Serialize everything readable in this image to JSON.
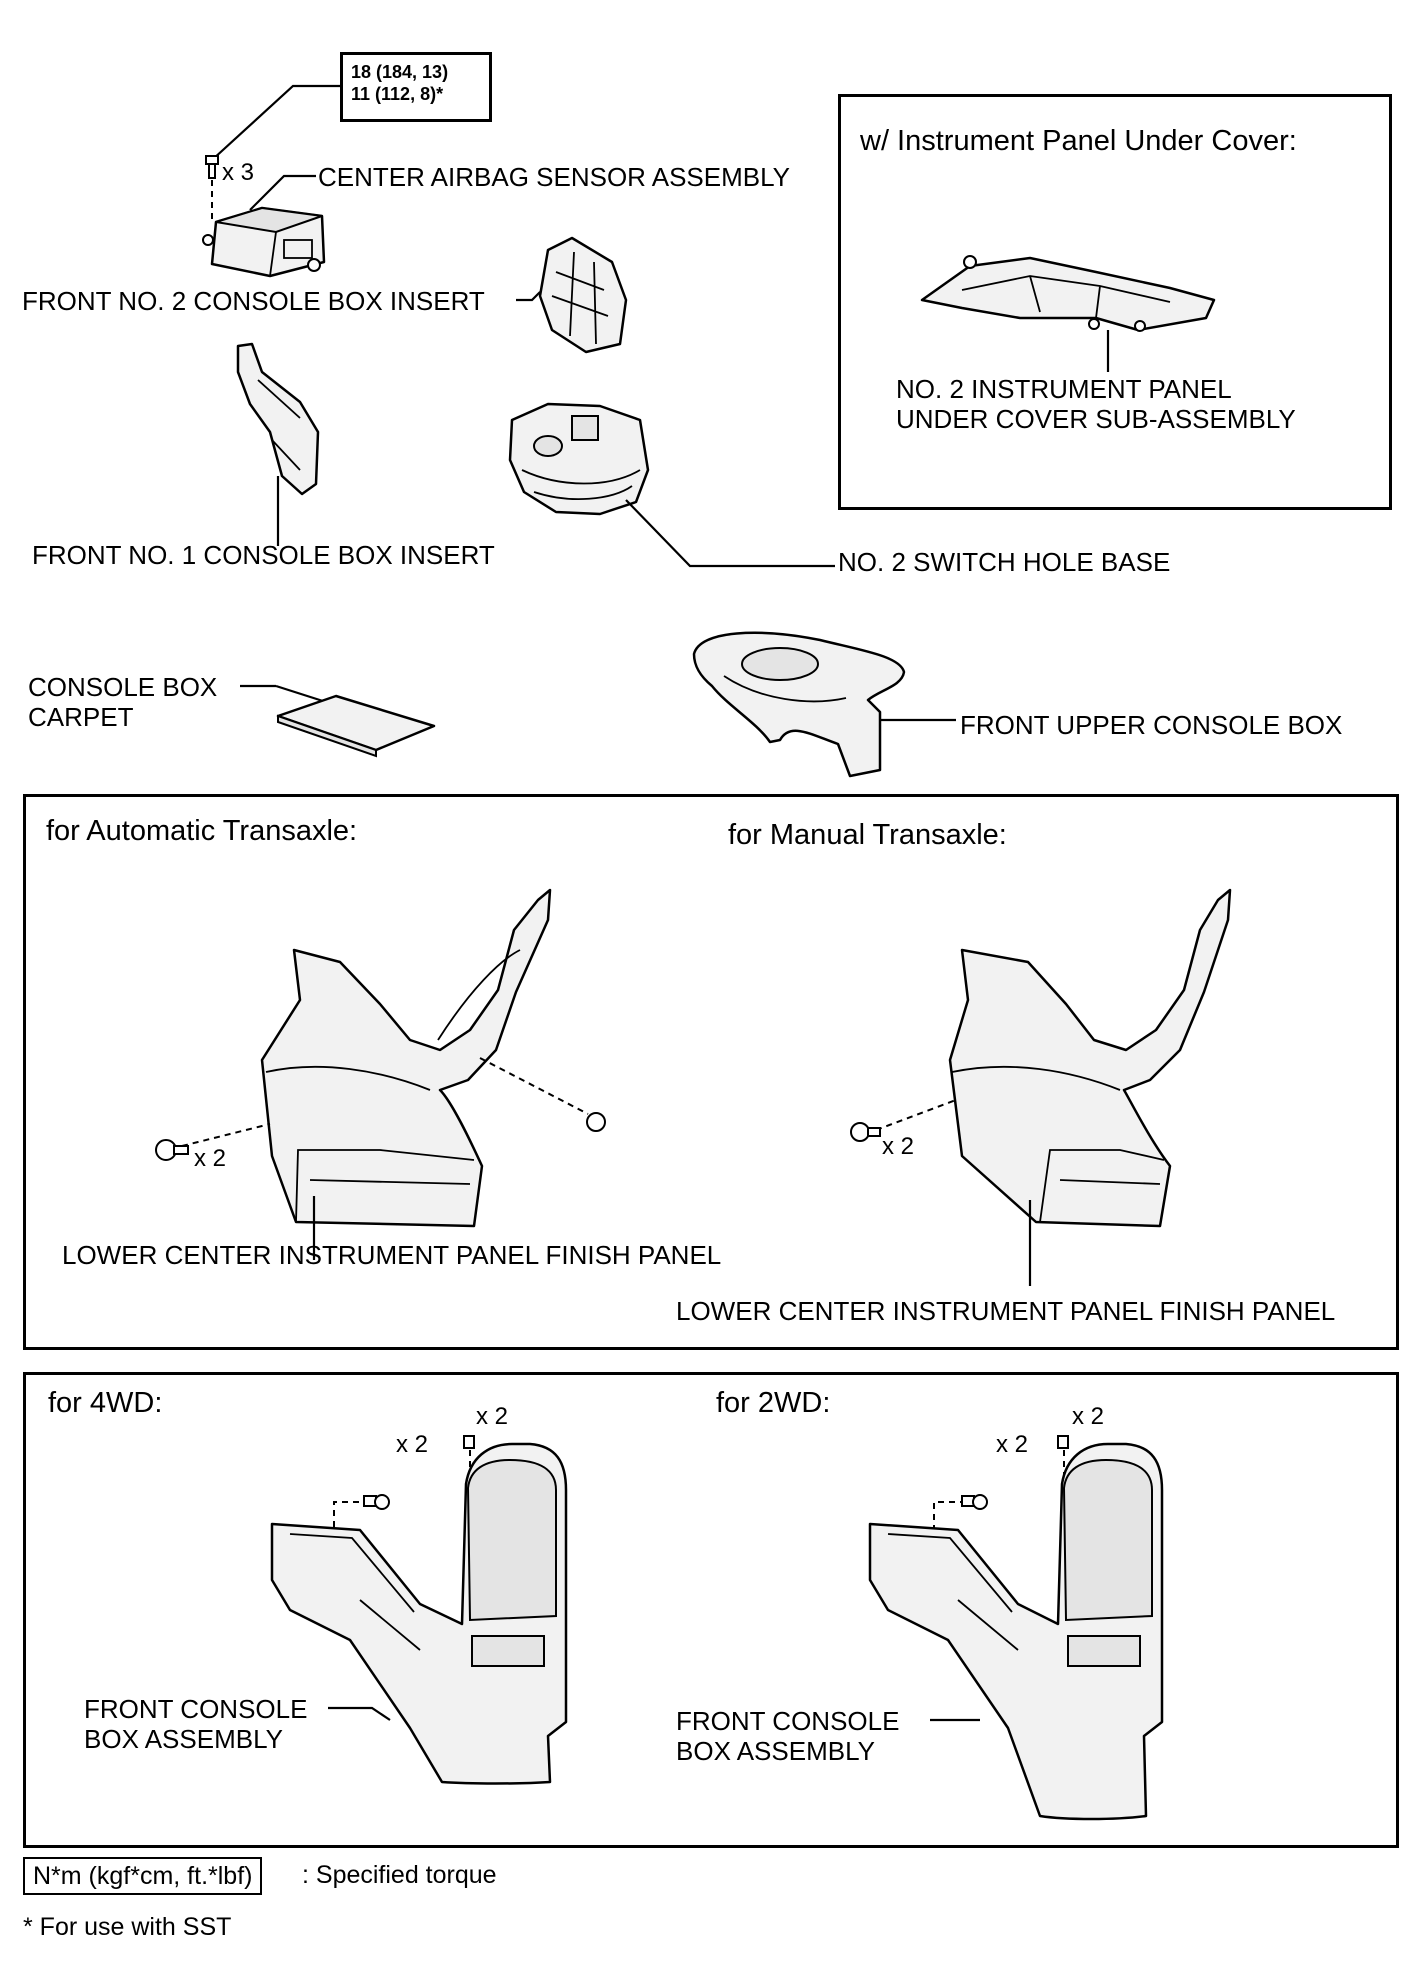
{
  "torque_spec": "18 (184, 13)\n11 (112, 8)*",
  "labels": {
    "x3": "x 3",
    "center_airbag_sensor": "CENTER AIRBAG SENSOR ASSEMBLY",
    "front_no2_insert": "FRONT NO. 2 CONSOLE BOX INSERT",
    "front_no1_insert": "FRONT NO. 1 CONSOLE BOX INSERT",
    "no2_switch_hole_base": "NO. 2 SWITCH HOLE BASE",
    "console_box_carpet": "CONSOLE BOX\nCARPET",
    "front_upper_console_box": "FRONT UPPER CONSOLE BOX"
  },
  "under_cover_panel": {
    "title": "w/ Instrument Panel Under Cover:",
    "part_label": "NO. 2 INSTRUMENT PANEL\nUNDER COVER SUB-ASSEMBLY"
  },
  "transaxle_panel": {
    "automatic_title": "for Automatic Transaxle:",
    "manual_title": "for Manual Transaxle:",
    "automatic_x2": "x 2",
    "manual_x2": "x 2",
    "automatic_part": "LOWER CENTER INSTRUMENT PANEL FINISH PANEL",
    "manual_part": "LOWER CENTER INSTRUMENT PANEL FINISH PANEL"
  },
  "drive_panel": {
    "fourwd_title": "for 4WD:",
    "twowd_title": "for 2WD:",
    "fourwd_x2_a": "x 2",
    "fourwd_x2_b": "x 2",
    "twowd_x2_a": "x 2",
    "twowd_x2_b": "x 2",
    "fourwd_part": "FRONT CONSOLE\nBOX ASSEMBLY",
    "twowd_part": "FRONT CONSOLE\nBOX ASSEMBLY"
  },
  "legend": {
    "box": "N*m (kgf*cm, ft.*lbf)",
    "text": ": Specified torque",
    "footnote": "* For use with SST"
  }
}
